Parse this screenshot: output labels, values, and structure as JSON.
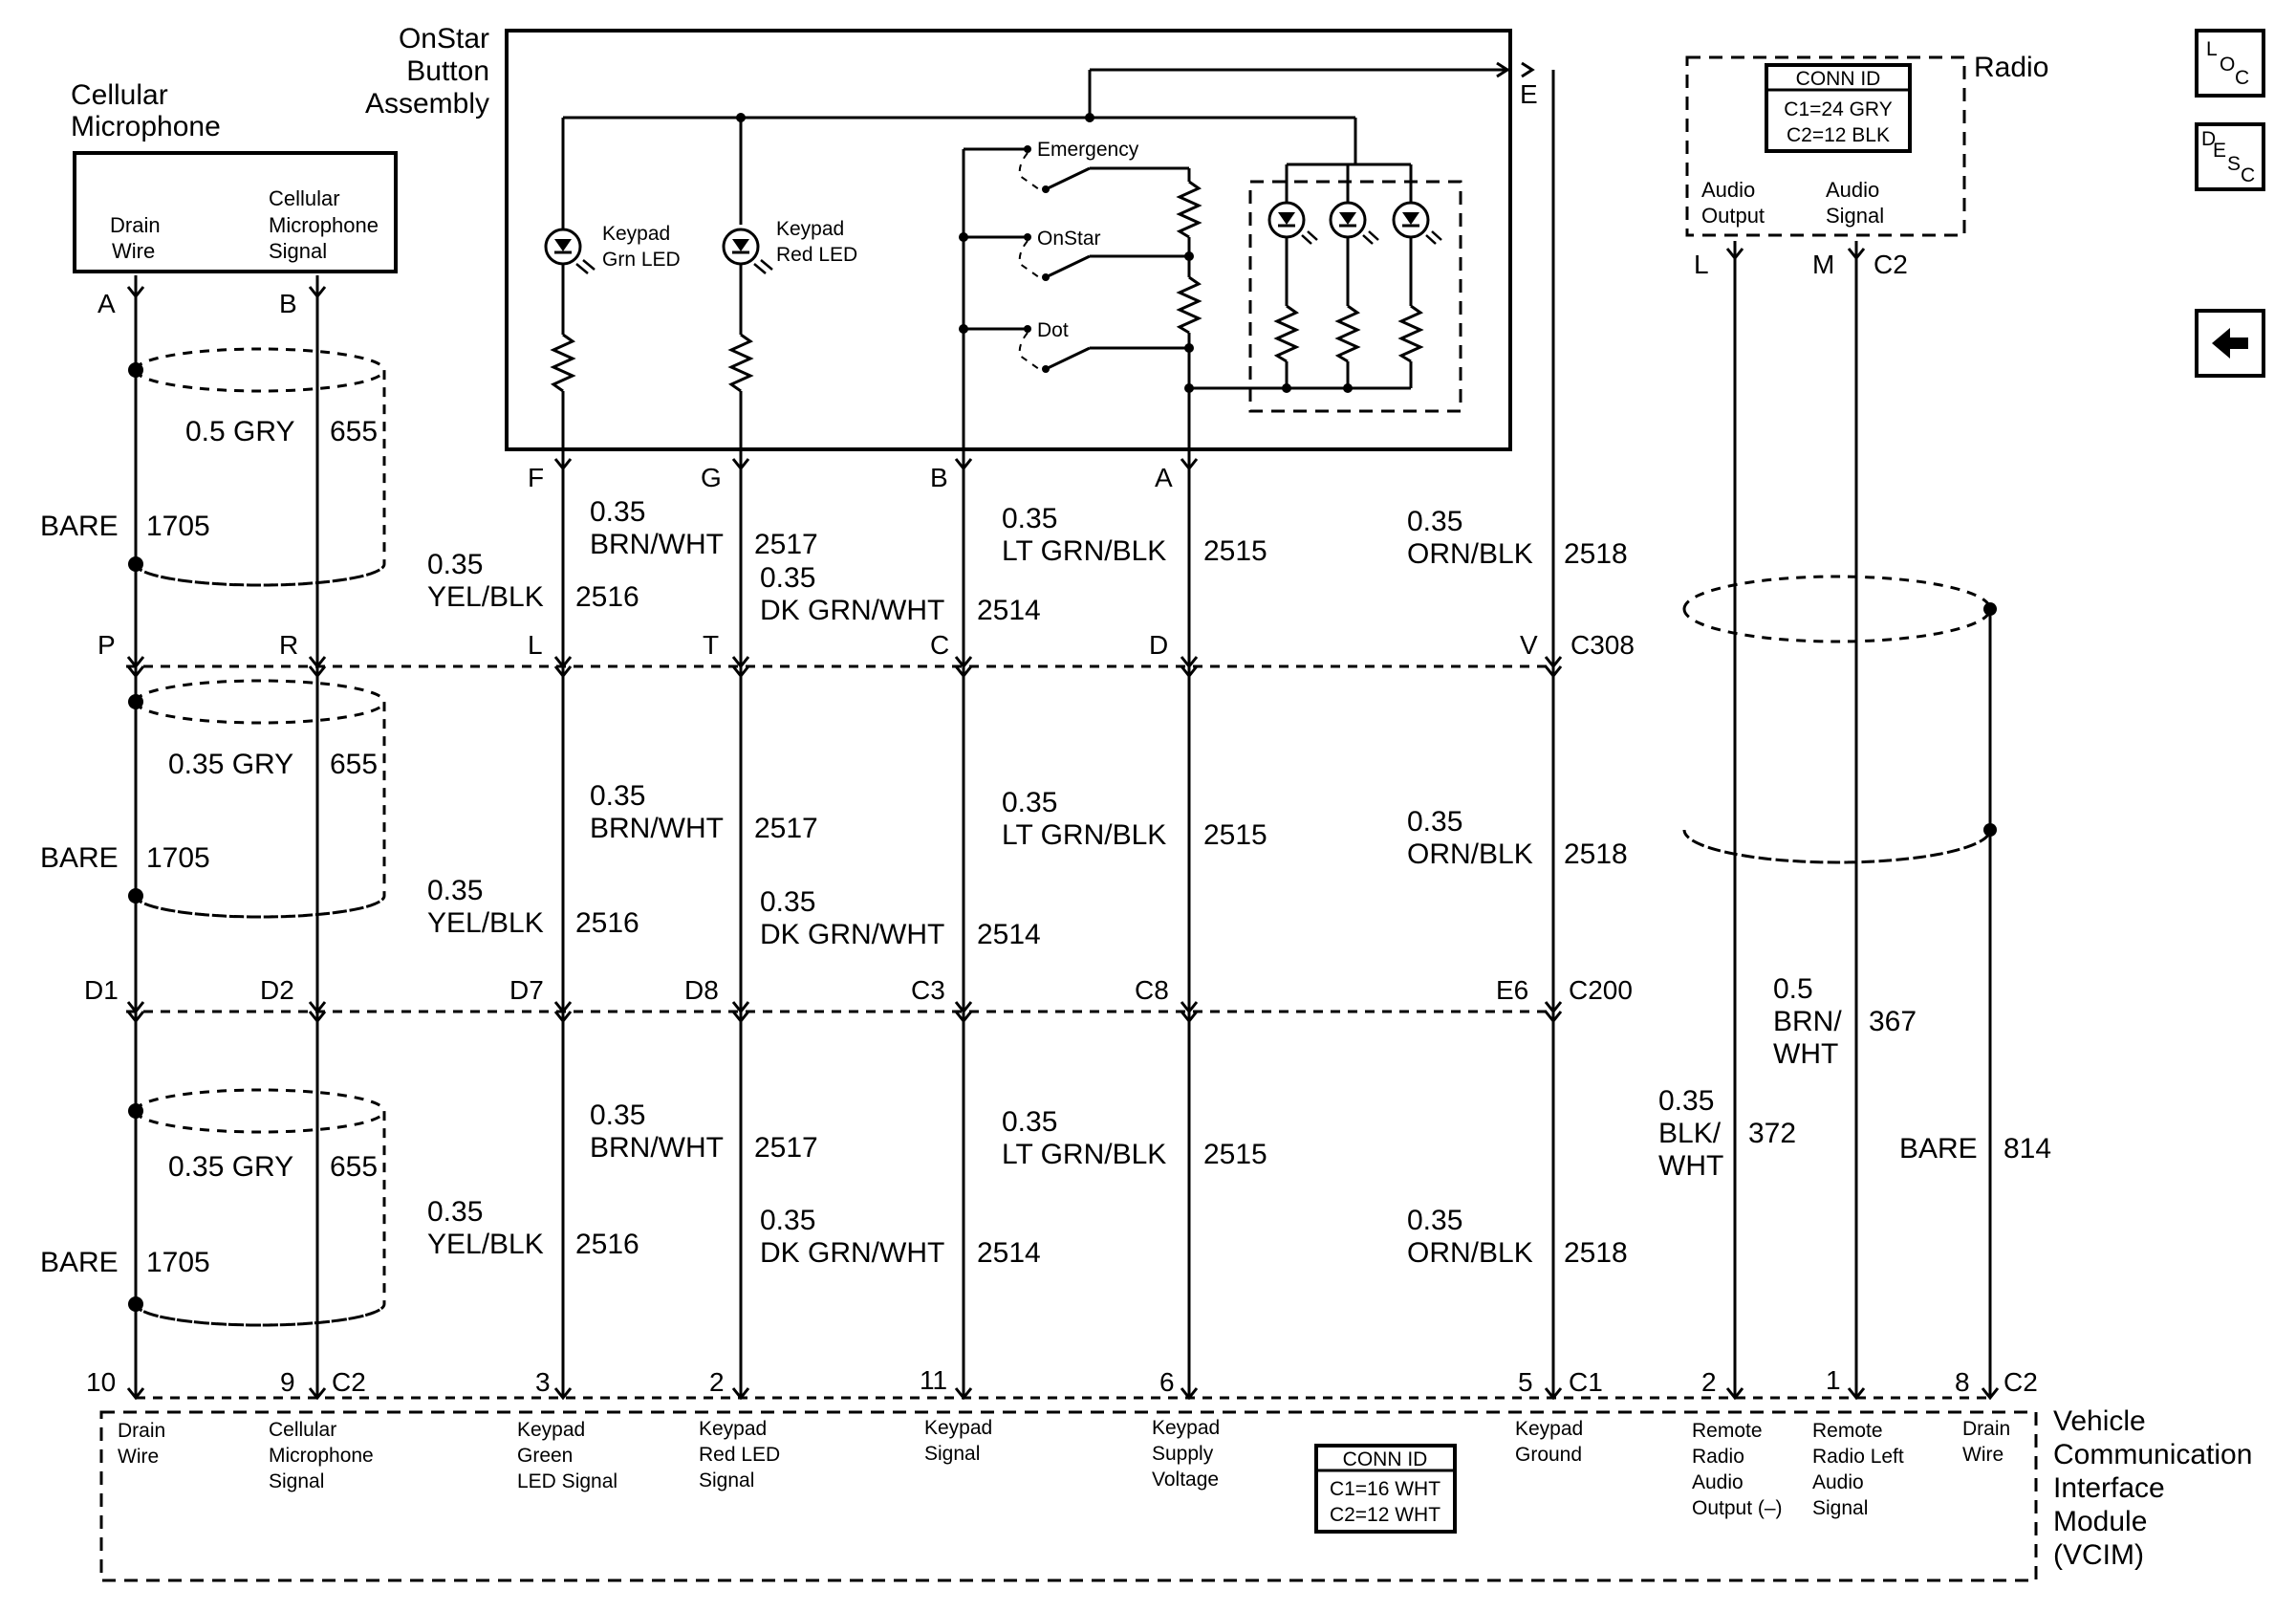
{
  "components": {
    "cell_mic": {
      "title": [
        "Cellular",
        "Microphone"
      ],
      "pins": [
        [
          "Drain",
          "Wire"
        ],
        [
          "Cellular",
          "Microphone",
          "Signal"
        ]
      ]
    },
    "onstar": {
      "title": [
        "OnStar",
        "Button",
        "Assembly"
      ],
      "leds": [
        [
          "Keypad",
          "Grn LED"
        ],
        [
          "Keypad",
          "Red LED"
        ]
      ],
      "switches": [
        "Emergency",
        "OnStar",
        "Dot"
      ]
    },
    "radio": {
      "title": "Radio",
      "pins": [
        [
          "Audio",
          "Output"
        ],
        [
          "Audio",
          "Signal"
        ]
      ],
      "conn_id": {
        "header": "CONN ID",
        "lines": [
          "C1=24 GRY",
          "C2=12 BLK"
        ]
      }
    },
    "vcim": {
      "title": [
        "Vehicle",
        "Communication",
        "Interface",
        "Module",
        "(VCIM)"
      ],
      "conn_id": {
        "header": "CONN ID",
        "lines": [
          "C1=16 WHT",
          "C2=12 WHT"
        ]
      },
      "pin_labels": [
        [
          "Drain",
          "Wire"
        ],
        [
          "Cellular",
          "Microphone",
          "Signal"
        ],
        [
          "Keypad",
          "Green",
          "LED Signal"
        ],
        [
          "Keypad",
          "Red LED",
          "Signal"
        ],
        [
          "Keypad",
          "Signal"
        ],
        [
          "Keypad",
          "Supply",
          "Voltage"
        ],
        [
          "Keypad",
          "Ground"
        ],
        [
          "Remote",
          "Radio",
          "Audio",
          "Output (–)"
        ],
        [
          "Remote",
          "Radio Left",
          "Audio",
          "Signal"
        ],
        [
          "Drain",
          "Wire"
        ]
      ]
    }
  },
  "connectors": {
    "top_pins": [
      "A",
      "B",
      "F",
      "G",
      "B",
      "A",
      "E",
      "L",
      "M"
    ],
    "top_conn": "C2",
    "c308": {
      "name": "C308",
      "pins": [
        "P",
        "R",
        "L",
        "T",
        "C",
        "D",
        "V"
      ]
    },
    "c200": {
      "name": "C200",
      "pins": [
        "D1",
        "D2",
        "D7",
        "D8",
        "C3",
        "C8",
        "E6"
      ]
    },
    "bottom_pins": [
      "10",
      "9",
      "3",
      "2",
      "11",
      "6",
      "5",
      "2",
      "1",
      "8"
    ],
    "bottom_conns": [
      "C2",
      "C1",
      "C2"
    ]
  },
  "wires": {
    "shield_sections": [
      {
        "gry": "0.5 GRY",
        "ckt_655": "655",
        "bare": "BARE",
        "ckt_1705": "1705"
      },
      {
        "gry": "0.35 GRY",
        "ckt_655": "655",
        "bare": "BARE",
        "ckt_1705": "1705"
      },
      {
        "gry": "0.35 GRY",
        "ckt_655": "655",
        "bare": "BARE",
        "ckt_1705": "1705"
      }
    ],
    "yel": {
      "size": "0.35",
      "color": "YEL/BLK",
      "circuit": "2516"
    },
    "brn": {
      "size": "0.35",
      "color": "BRN/WHT",
      "circuit": "2517"
    },
    "dkgrn": {
      "size": "0.35",
      "color": "DK GRN/WHT",
      "circuit": "2514"
    },
    "ltgrn": {
      "size": "0.35",
      "color": "LT GRN/BLK",
      "circuit": "2515"
    },
    "orn": {
      "size": "0.35",
      "color": "ORN/BLK",
      "circuit": "2518"
    },
    "radio_blk": {
      "size": "0.35",
      "color": [
        "BLK/",
        "WHT"
      ],
      "circuit": "372"
    },
    "radio_brn": {
      "size": "0.5",
      "color": [
        "BRN/",
        "WHT"
      ],
      "circuit": "367"
    },
    "radio_bare": {
      "color": "BARE",
      "circuit": "814"
    }
  },
  "nav": {
    "loc": [
      "L",
      "O",
      "C"
    ],
    "desc": [
      "D",
      "E",
      "S",
      "C"
    ],
    "back_icon": "left-arrow-icon"
  }
}
